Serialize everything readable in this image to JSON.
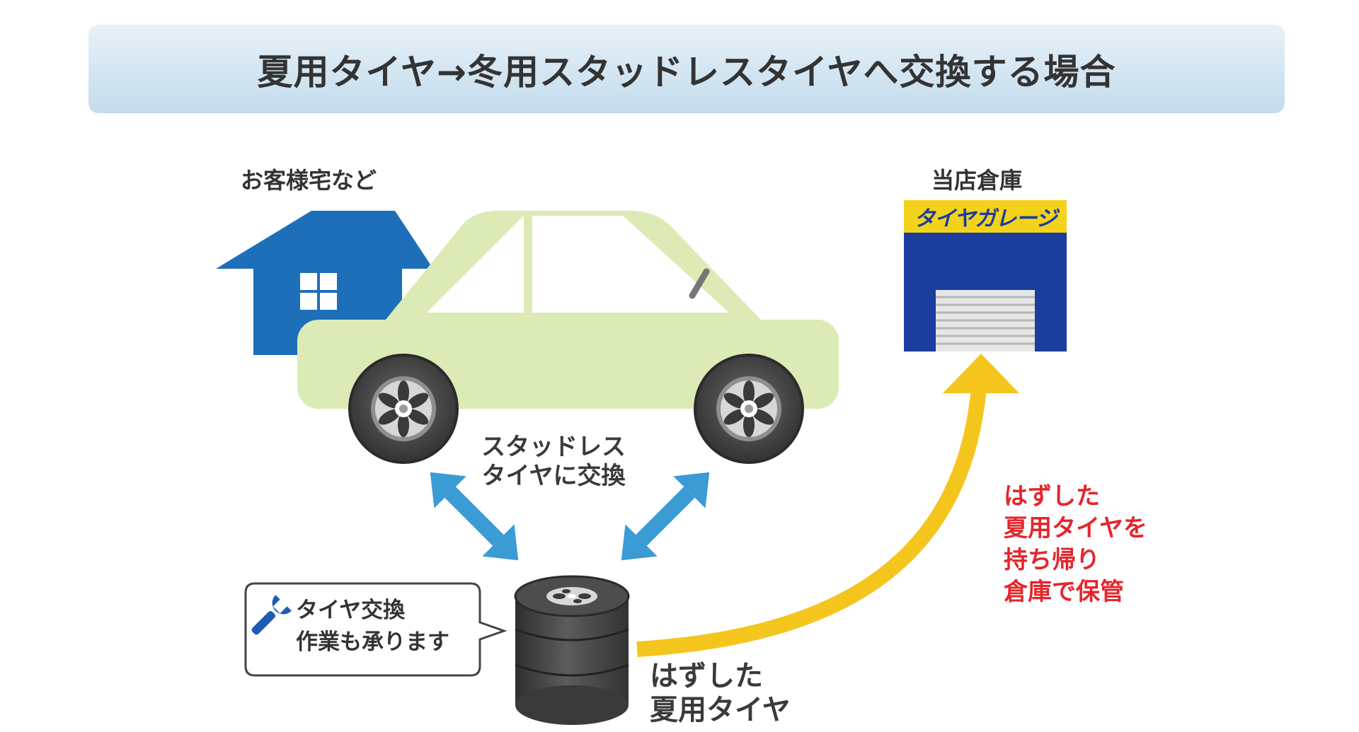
{
  "title": "夏用タイヤ→冬用スタッドレスタイヤへ交換する場合",
  "home": {
    "label": "お客様宅など"
  },
  "store": {
    "label": "当店倉庫",
    "logo_text": "タイヤガレージ",
    "logo_bg": "#f3d21c",
    "building_color": "#1a3d9e"
  },
  "exchange": {
    "line1": "スタッドレス",
    "line2": "タイヤに交換"
  },
  "bubble": {
    "line1": "タイヤ交換",
    "line2": "作業も承ります",
    "icon": "wrench-icon"
  },
  "removed_tires": {
    "line1": "はずした",
    "line2": "夏用タイヤ"
  },
  "storage_note": {
    "line1": "はずした",
    "line2": "夏用タイヤを",
    "line3": "持ち帰り",
    "line4": "倉庫で保管"
  },
  "colors": {
    "house": "#1e6fba",
    "car_body": "#dcebb6",
    "exchange_arrows": "#3b9bd4",
    "storage_arrow": "#f4c51c",
    "storage_text": "#e3262c",
    "tire": "#3d3d3d"
  }
}
